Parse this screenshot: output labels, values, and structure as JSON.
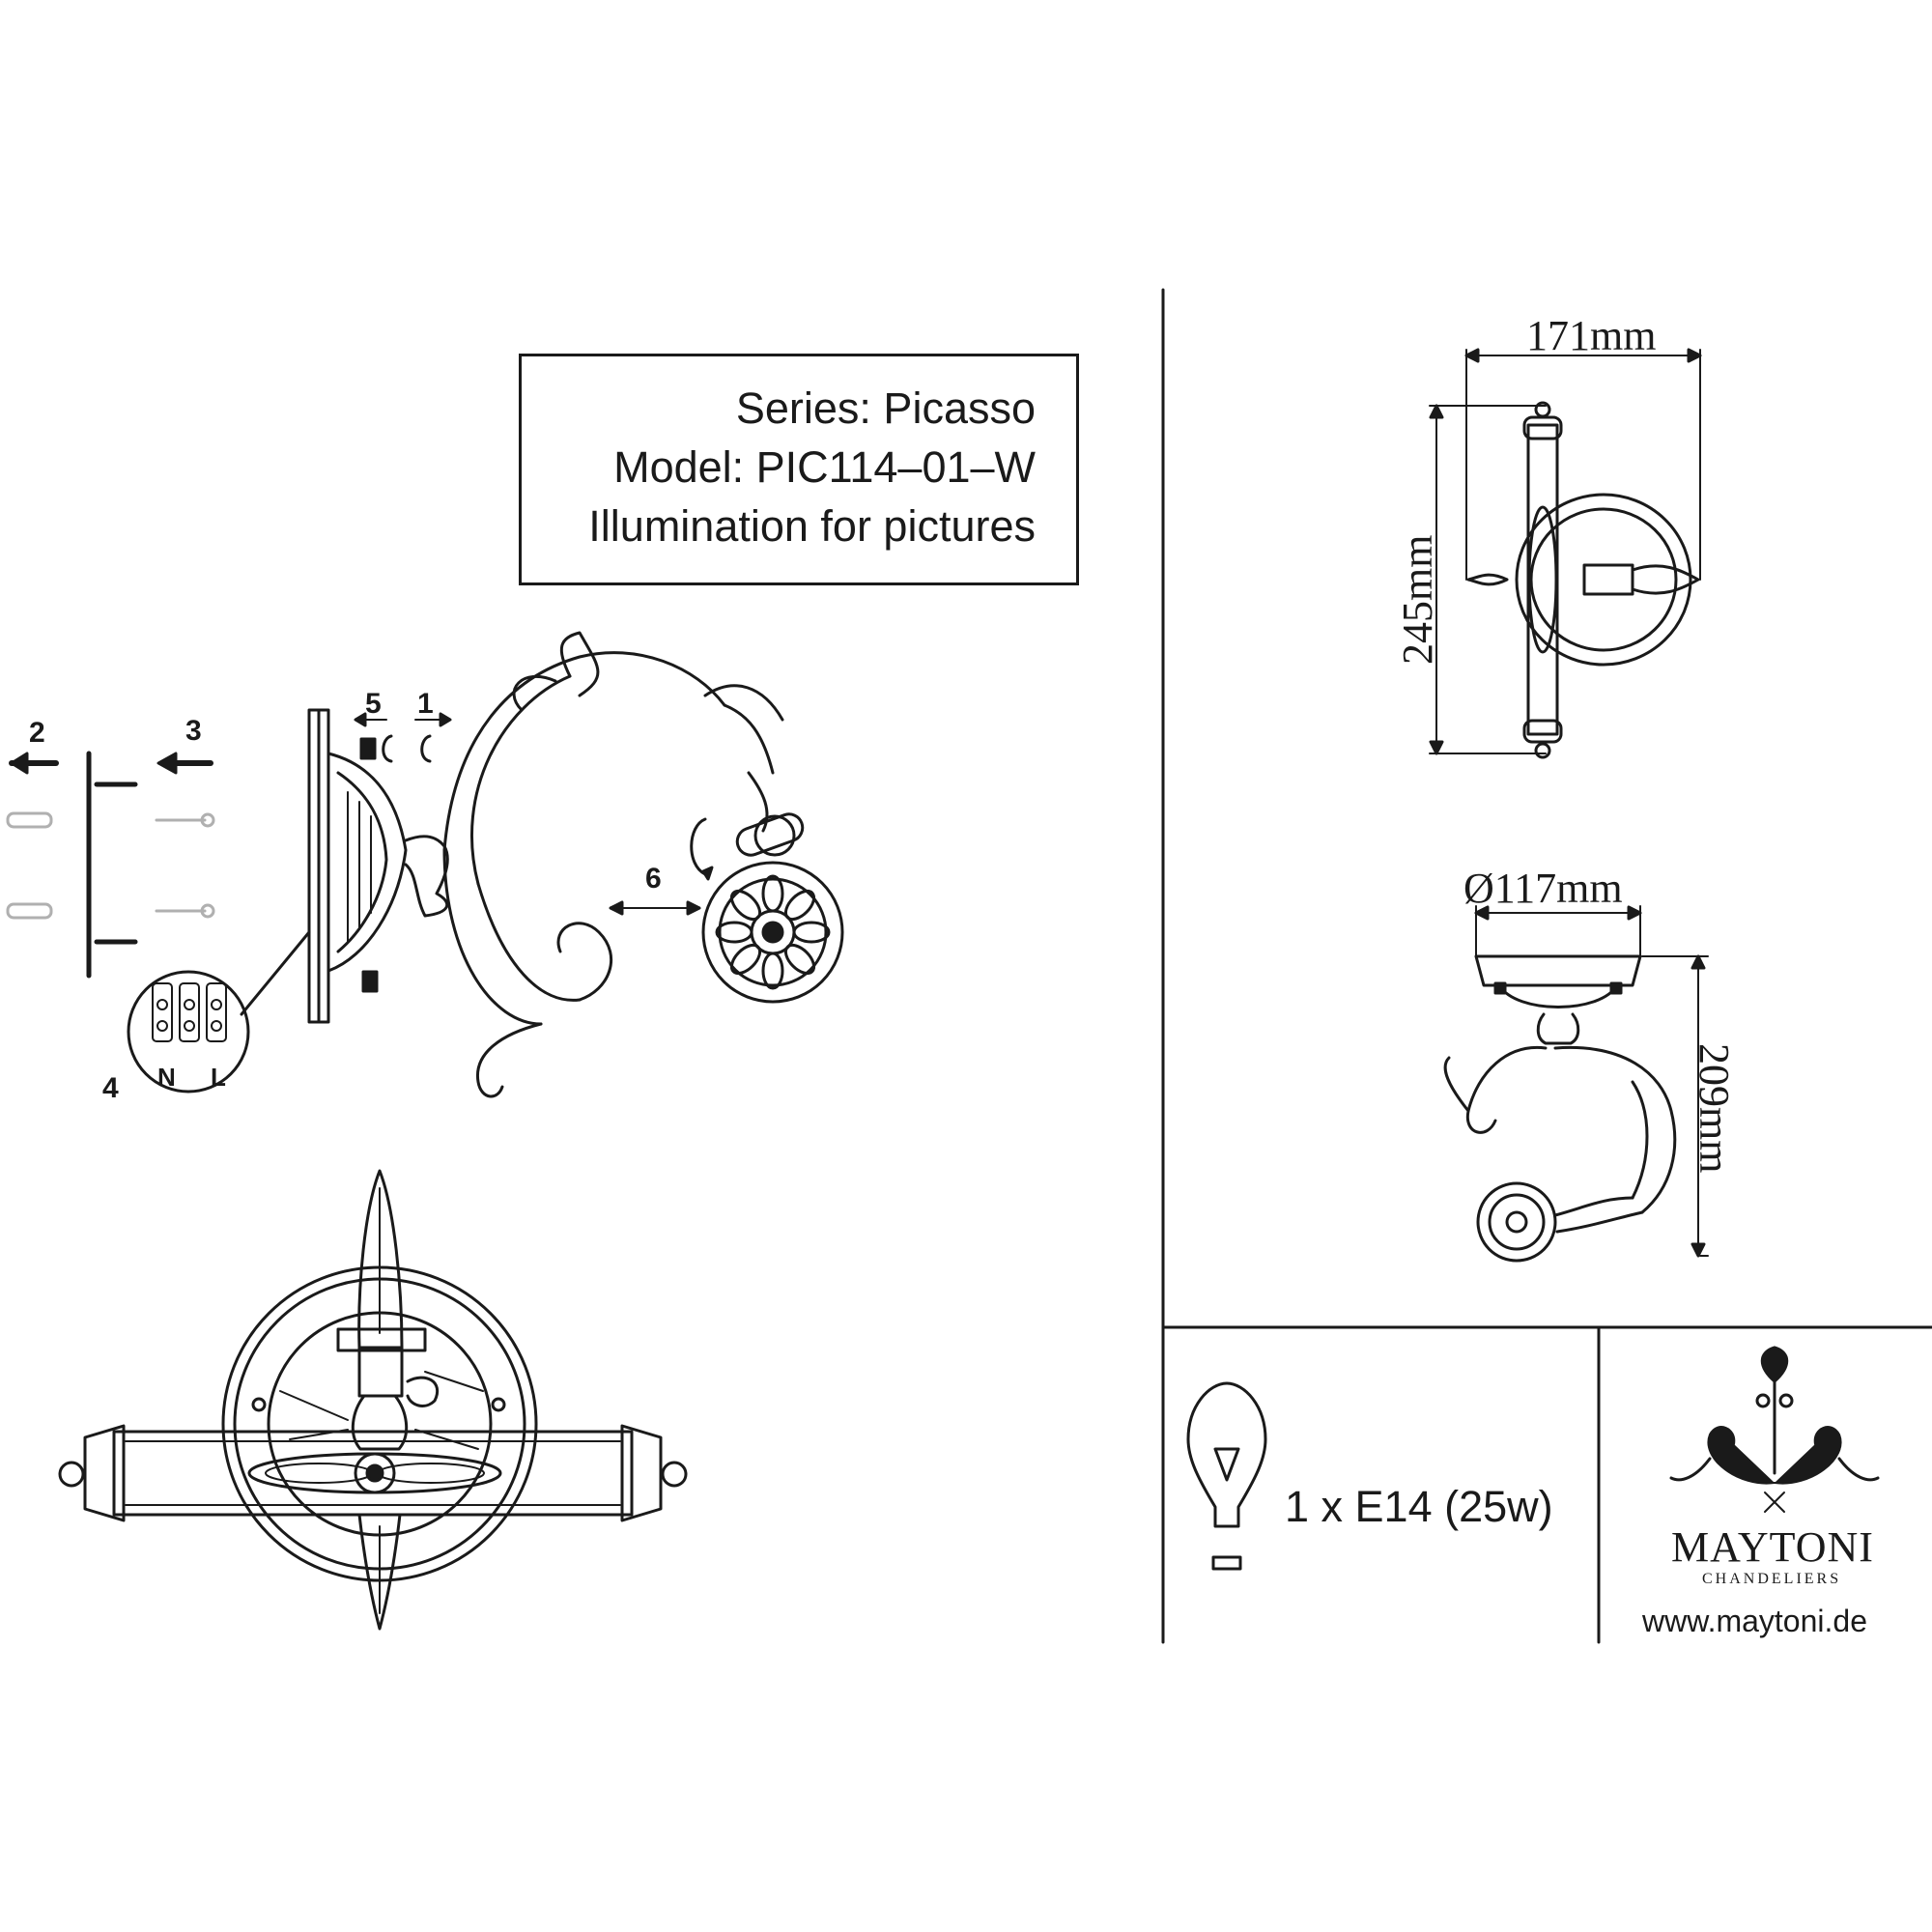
{
  "info_box": {
    "series": "Series: Picasso",
    "model": "Model: PIC114–01–W",
    "purpose": "Illumination for pictures"
  },
  "assembly_steps": {
    "step_1": "1",
    "step_2": "2",
    "step_3": "3",
    "step_4": "4",
    "step_5": "5",
    "step_6": "6"
  },
  "wiring": {
    "neutral": "N",
    "live": "L"
  },
  "dimensions": {
    "width": "171mm",
    "height": "245mm",
    "base_diameter": "Ø117mm",
    "depth": "209mm"
  },
  "bulb": {
    "spec": "1 x E14 (25w)",
    "icon": "light-bulb-icon"
  },
  "brand": {
    "name": "MAYTONI",
    "tagline": "CHANDELIERS",
    "website": "www.maytoni.de",
    "logo_icon": "fleur-ornament-icon"
  },
  "colors": {
    "ink": "#1a1a1a",
    "background": "#ffffff"
  }
}
